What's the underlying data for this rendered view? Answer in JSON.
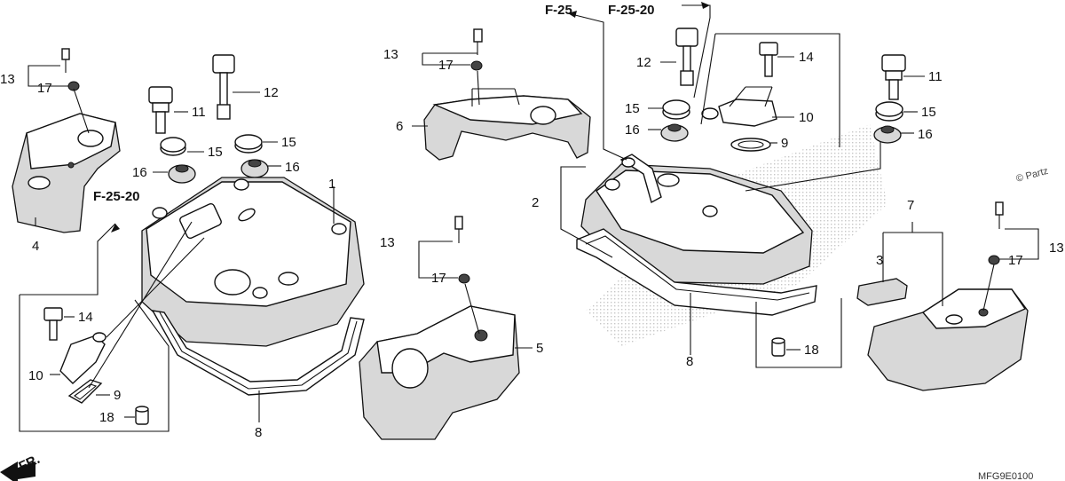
{
  "refs": {
    "f25": "F-25",
    "f2520_top": "F-25-20",
    "f2520_left": "F-25-20"
  },
  "labels": {
    "n1": "1",
    "n2": "2",
    "n3": "3",
    "n4": "4",
    "n5": "5",
    "n6": "6",
    "n7": "7",
    "n8a": "8",
    "n8b": "8",
    "n9a": "9",
    "n9b": "9",
    "n10a": "10",
    "n10b": "10",
    "n11a": "11",
    "n11b": "11",
    "n12a": "12",
    "n12b": "12",
    "n13a": "13",
    "n13b": "13",
    "n13c": "13",
    "n13d": "13",
    "n14a": "14",
    "n14b": "14",
    "n15a": "15",
    "n15b": "15",
    "n15c": "15",
    "n15d": "15",
    "n16a": "16",
    "n16b": "16",
    "n16c": "16",
    "n16d": "16",
    "n17a": "17",
    "n17b": "17",
    "n17c": "17",
    "n17d": "17",
    "n18a": "18",
    "n18b": "18"
  },
  "front_marker": "FR.",
  "watermark": "© Partz",
  "diagram_code": "MFG9E0100",
  "colors": {
    "line": "#111111",
    "shade": "#d8d8d8",
    "background": "#ffffff"
  }
}
